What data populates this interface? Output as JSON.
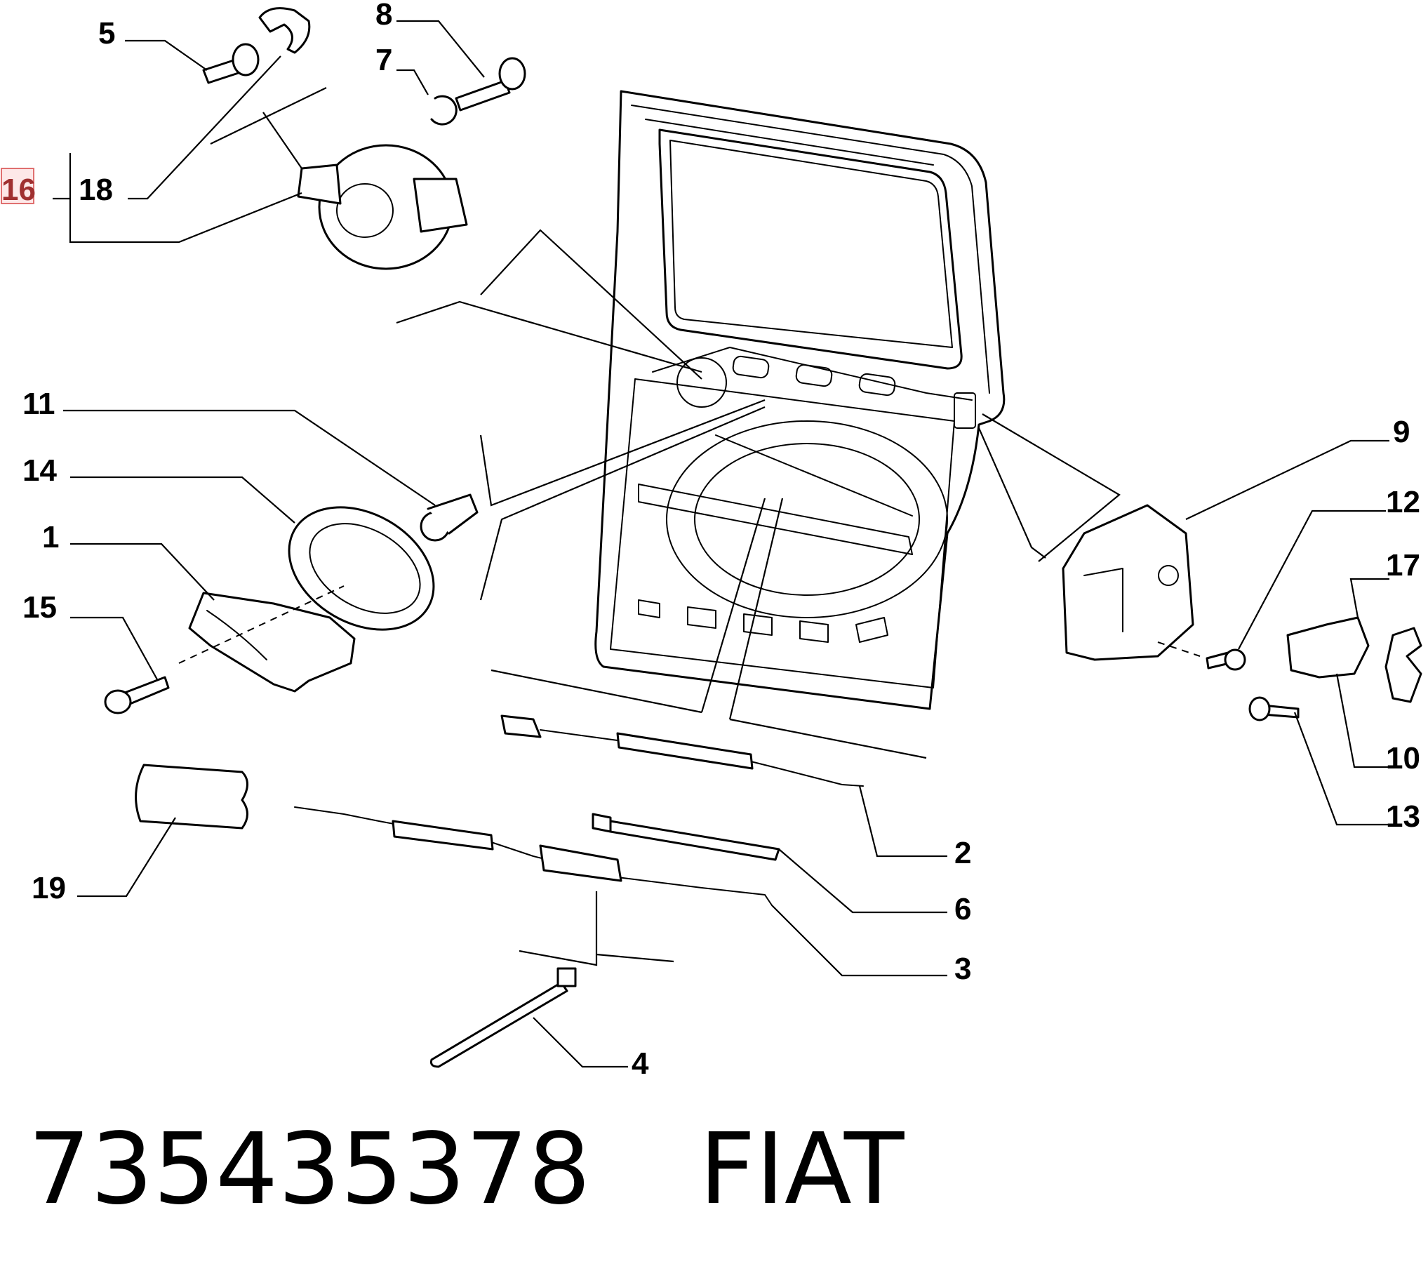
{
  "caption": {
    "part_number": "735435378",
    "brand": "FIAT"
  },
  "callouts": {
    "c1": "1",
    "c2": "2",
    "c3": "3",
    "c4": "4",
    "c5": "5",
    "c6": "6",
    "c7": "7",
    "c8": "8",
    "c9": "9",
    "c10": "10",
    "c11": "11",
    "c12": "12",
    "c13": "13",
    "c14": "14",
    "c15": "15",
    "c16": "16",
    "c17": "17",
    "c18": "18",
    "c19": "19"
  },
  "highlight": {
    "callout": "16",
    "color": "#e07070"
  }
}
